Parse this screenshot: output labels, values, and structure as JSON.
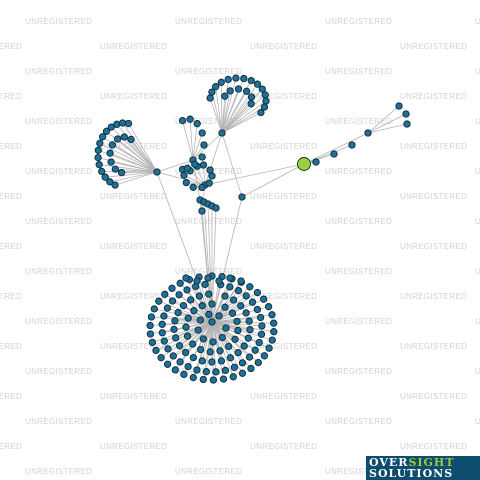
{
  "watermark": {
    "text": "UNREGISTERED"
  },
  "logo": {
    "line1_part1": "OVER",
    "line1_part2": "SIGHT",
    "line2": "SOLUTIONS"
  },
  "colors": {
    "node": "#1f6f96",
    "focus_node": "#99d13c",
    "edge": "#b4b4b4",
    "watermark": "#d2d2d2",
    "logo_bg": "#0e4d6d",
    "logo_accent": "#9ac93c"
  }
}
